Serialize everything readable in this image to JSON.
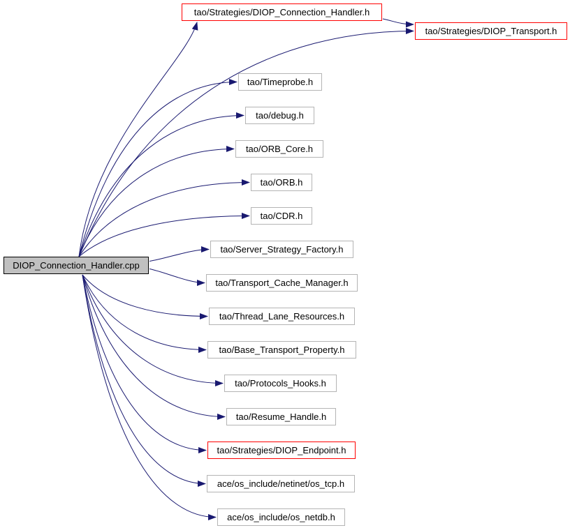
{
  "diagram": {
    "type": "include-dependency-graph",
    "background": "#ffffff",
    "edge_color": "#191970",
    "red_border_color": "#ff0000",
    "normal_border_color": "#b4b4b4",
    "main_node_fill": "#c0c0c0",
    "main_node_border": "#000000",
    "text_color": "#000000"
  },
  "nodes": [
    {
      "id": "main",
      "label": "DIOP_Connection_Handler.cpp",
      "kind": "main"
    },
    {
      "id": "conn_h",
      "label": "tao/Strategies/DIOP_Connection_Handler.h",
      "kind": "red"
    },
    {
      "id": "transport_h",
      "label": "tao/Strategies/DIOP_Transport.h",
      "kind": "red"
    },
    {
      "id": "timeprobe",
      "label": "tao/Timeprobe.h",
      "kind": "normal"
    },
    {
      "id": "debug",
      "label": "tao/debug.h",
      "kind": "normal"
    },
    {
      "id": "orb_core",
      "label": "tao/ORB_Core.h",
      "kind": "normal"
    },
    {
      "id": "orb",
      "label": "tao/ORB.h",
      "kind": "normal"
    },
    {
      "id": "cdr",
      "label": "tao/CDR.h",
      "kind": "normal"
    },
    {
      "id": "ssf",
      "label": "tao/Server_Strategy_Factory.h",
      "kind": "normal"
    },
    {
      "id": "tcm",
      "label": "tao/Transport_Cache_Manager.h",
      "kind": "normal"
    },
    {
      "id": "tlr",
      "label": "tao/Thread_Lane_Resources.h",
      "kind": "normal"
    },
    {
      "id": "btp",
      "label": "tao/Base_Transport_Property.h",
      "kind": "normal"
    },
    {
      "id": "ph",
      "label": "tao/Protocols_Hooks.h",
      "kind": "normal"
    },
    {
      "id": "rh",
      "label": "tao/Resume_Handle.h",
      "kind": "normal"
    },
    {
      "id": "endpoint",
      "label": "tao/Strategies/DIOP_Endpoint.h",
      "kind": "red"
    },
    {
      "id": "tcp",
      "label": "ace/os_include/netinet/os_tcp.h",
      "kind": "normal"
    },
    {
      "id": "netdb",
      "label": "ace/os_include/os_netdb.h",
      "kind": "normal"
    }
  ],
  "edges": [
    {
      "from": "main",
      "to": "conn_h"
    },
    {
      "from": "conn_h",
      "to": "transport_h"
    },
    {
      "from": "main",
      "to": "transport_h"
    },
    {
      "from": "main",
      "to": "timeprobe"
    },
    {
      "from": "main",
      "to": "debug"
    },
    {
      "from": "main",
      "to": "orb_core"
    },
    {
      "from": "main",
      "to": "orb"
    },
    {
      "from": "main",
      "to": "cdr"
    },
    {
      "from": "main",
      "to": "ssf"
    },
    {
      "from": "main",
      "to": "tcm"
    },
    {
      "from": "main",
      "to": "tlr"
    },
    {
      "from": "main",
      "to": "btp"
    },
    {
      "from": "main",
      "to": "ph"
    },
    {
      "from": "main",
      "to": "rh"
    },
    {
      "from": "main",
      "to": "endpoint"
    },
    {
      "from": "main",
      "to": "tcp"
    },
    {
      "from": "main",
      "to": "netdb"
    }
  ]
}
